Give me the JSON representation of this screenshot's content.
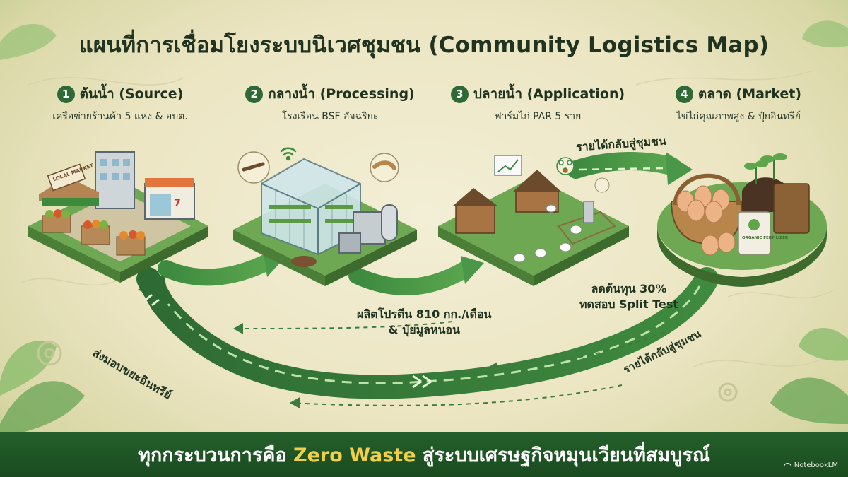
{
  "title": "แผนที่การเชื่อมโยงระบบนิเวศชุมชน (Community Logistics Map)",
  "stages": [
    {
      "num": "1",
      "title": "ต้นน้ำ (Source)",
      "subtitle": "เครือข่ายร้านค้า 5 แห่ง & อบต.",
      "sign": "LOCAL MARKET"
    },
    {
      "num": "2",
      "title": "กลางน้ำ (Processing)",
      "subtitle": "โรงเรือน BSF อัจฉริยะ"
    },
    {
      "num": "3",
      "title": "ปลายน้ำ (Application)",
      "subtitle": "ฟาร์มไก่ PAR 5 ราย"
    },
    {
      "num": "4",
      "title": "ตลาด (Market)",
      "subtitle": "ไข่ไก่คุณภาพสูง & ปุ๋ยอินทรีย์",
      "bag_label": "ORGANIC FERTILIZER"
    }
  ],
  "labels": {
    "return_top": "รายได้กลับสู่ชุมชน",
    "return_bottom": "รายได้กลับสู่ชุมชน",
    "production_line1": "ผลิตโปรตีน 810 กก./เดือน",
    "production_line2": "& ปุ๋ยมูลหนอน",
    "cost_line1": "ลดต้นทุน 30%",
    "cost_line2": "ทดสอบ Split Test",
    "delivery": "ส่งมอบขยะอินทรีย์"
  },
  "footer": {
    "prefix": "ทุกกระบวนการคือ ",
    "highlight": "Zero Waste",
    "suffix": " สู่ระบบเศรษฐกิจหมุนเวียนที่สมบูรณ์"
  },
  "brand": "NotebookLM",
  "colors": {
    "dark_green": "#1f3320",
    "accent_green": "#2f6a34",
    "footer_bg": "#1f5524",
    "highlight": "#f2cf4a",
    "parchment": "#f3efd6"
  }
}
